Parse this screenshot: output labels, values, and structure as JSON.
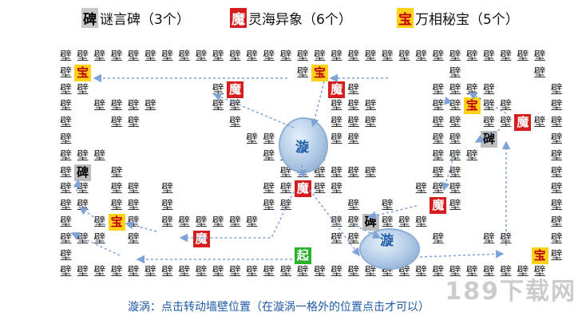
{
  "legend": {
    "stele": {
      "icon": "碑",
      "text": "谜言碑（3个）"
    },
    "demon": {
      "icon": "魔",
      "text": "灵海异象（6个）"
    },
    "treasure": {
      "icon": "宝",
      "text": "万相秘宝（5个）"
    }
  },
  "glyphs": {
    "wall": "壁",
    "stele": "碑",
    "demon": "魔",
    "treasure": "宝",
    "start": "起"
  },
  "vortex_label": "漩",
  "note": "漩涡：点击转动墙壁位置（在漩涡一格外的位置点击才可以）",
  "watermark": "189下载网",
  "colors": {
    "demon": "#d61d1d",
    "treasure": "#ffd21a",
    "stele": "#bdbdbd",
    "start": "#2bb42b",
    "arrow": "#7fa3d6"
  }
}
